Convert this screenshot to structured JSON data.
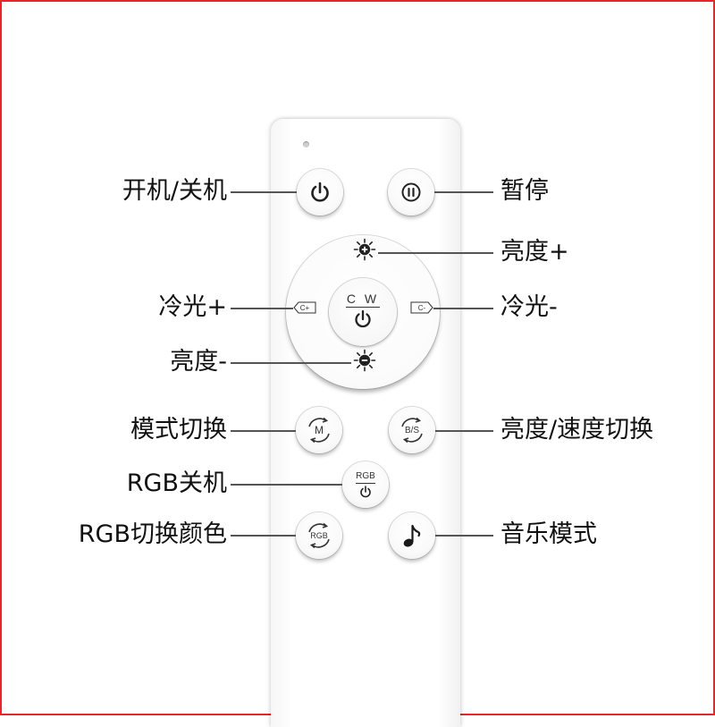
{
  "labels": {
    "power": "开机/关机",
    "pause": "暂停",
    "bright_up": "亮度+",
    "cool_up": "冷光+",
    "cool_down": "冷光-",
    "bright_down": "亮度-",
    "mode_switch": "模式切换",
    "speed_switch": "亮度/速度切换",
    "rgb_off": "RGB关机",
    "rgb_color": "RGB切换颜色",
    "music_mode": "音乐模式"
  },
  "buttons": {
    "center_top": "C W",
    "mode": "M",
    "speed": "B/S",
    "rgb_power": "RGB",
    "rgb_color": "RGB",
    "cool_up_tag": "C+",
    "cool_down_tag": "C-"
  },
  "colors": {
    "frame": "#e8262a",
    "line": "#555555",
    "text": "#111111"
  },
  "icons": [
    "power-icon",
    "pause-icon",
    "sun-plus-icon",
    "sun-minus-icon",
    "cycle-icon",
    "music-note-icon"
  ]
}
